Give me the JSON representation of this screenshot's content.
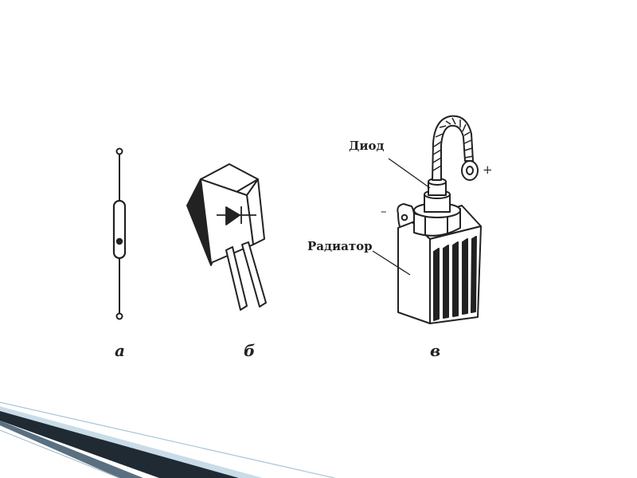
{
  "figure": {
    "panels": [
      {
        "caption": "а"
      },
      {
        "caption": "б"
      },
      {
        "caption": "в"
      }
    ],
    "labels": {
      "diode": "Диод",
      "radiator": "Радиатор",
      "plus": "+",
      "minus": "–"
    }
  },
  "colors": {
    "line": "#222222",
    "decor_dark": "#1f2a33",
    "decor_light": "#c9dce8"
  }
}
